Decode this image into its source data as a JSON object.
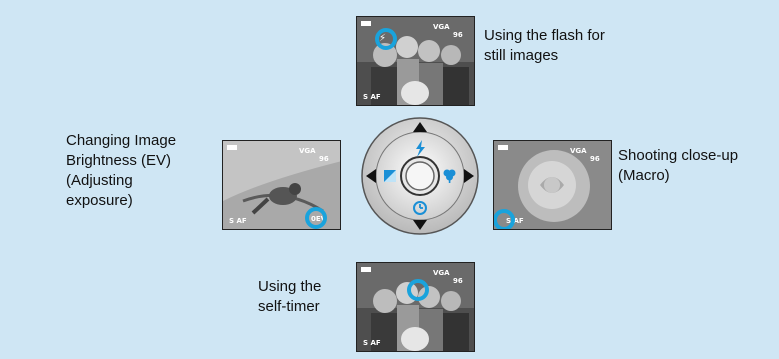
{
  "captions": {
    "flash": [
      "Using the flash for",
      "still images"
    ],
    "ev": [
      "Changing Image",
      "Brightness (EV)",
      "(Adjusting",
      "exposure)"
    ],
    "macro": [
      "Shooting close-up",
      "(Macro)"
    ],
    "timer": [
      "Using the",
      "self-timer"
    ]
  },
  "hud": {
    "image_size": "VGA",
    "remaining": "96",
    "af": "S AF",
    "ev_value": "0EV"
  },
  "dial": {
    "up_icon": "flash-icon",
    "right_icon": "macro-flower-icon",
    "down_icon": "self-timer-icon",
    "left_icon": "exposure-icon",
    "center": "center-button"
  },
  "colors": {
    "background": "#cfe6f4",
    "highlight": "#1aa3dc",
    "icon_blue": "#1a8fd6"
  }
}
